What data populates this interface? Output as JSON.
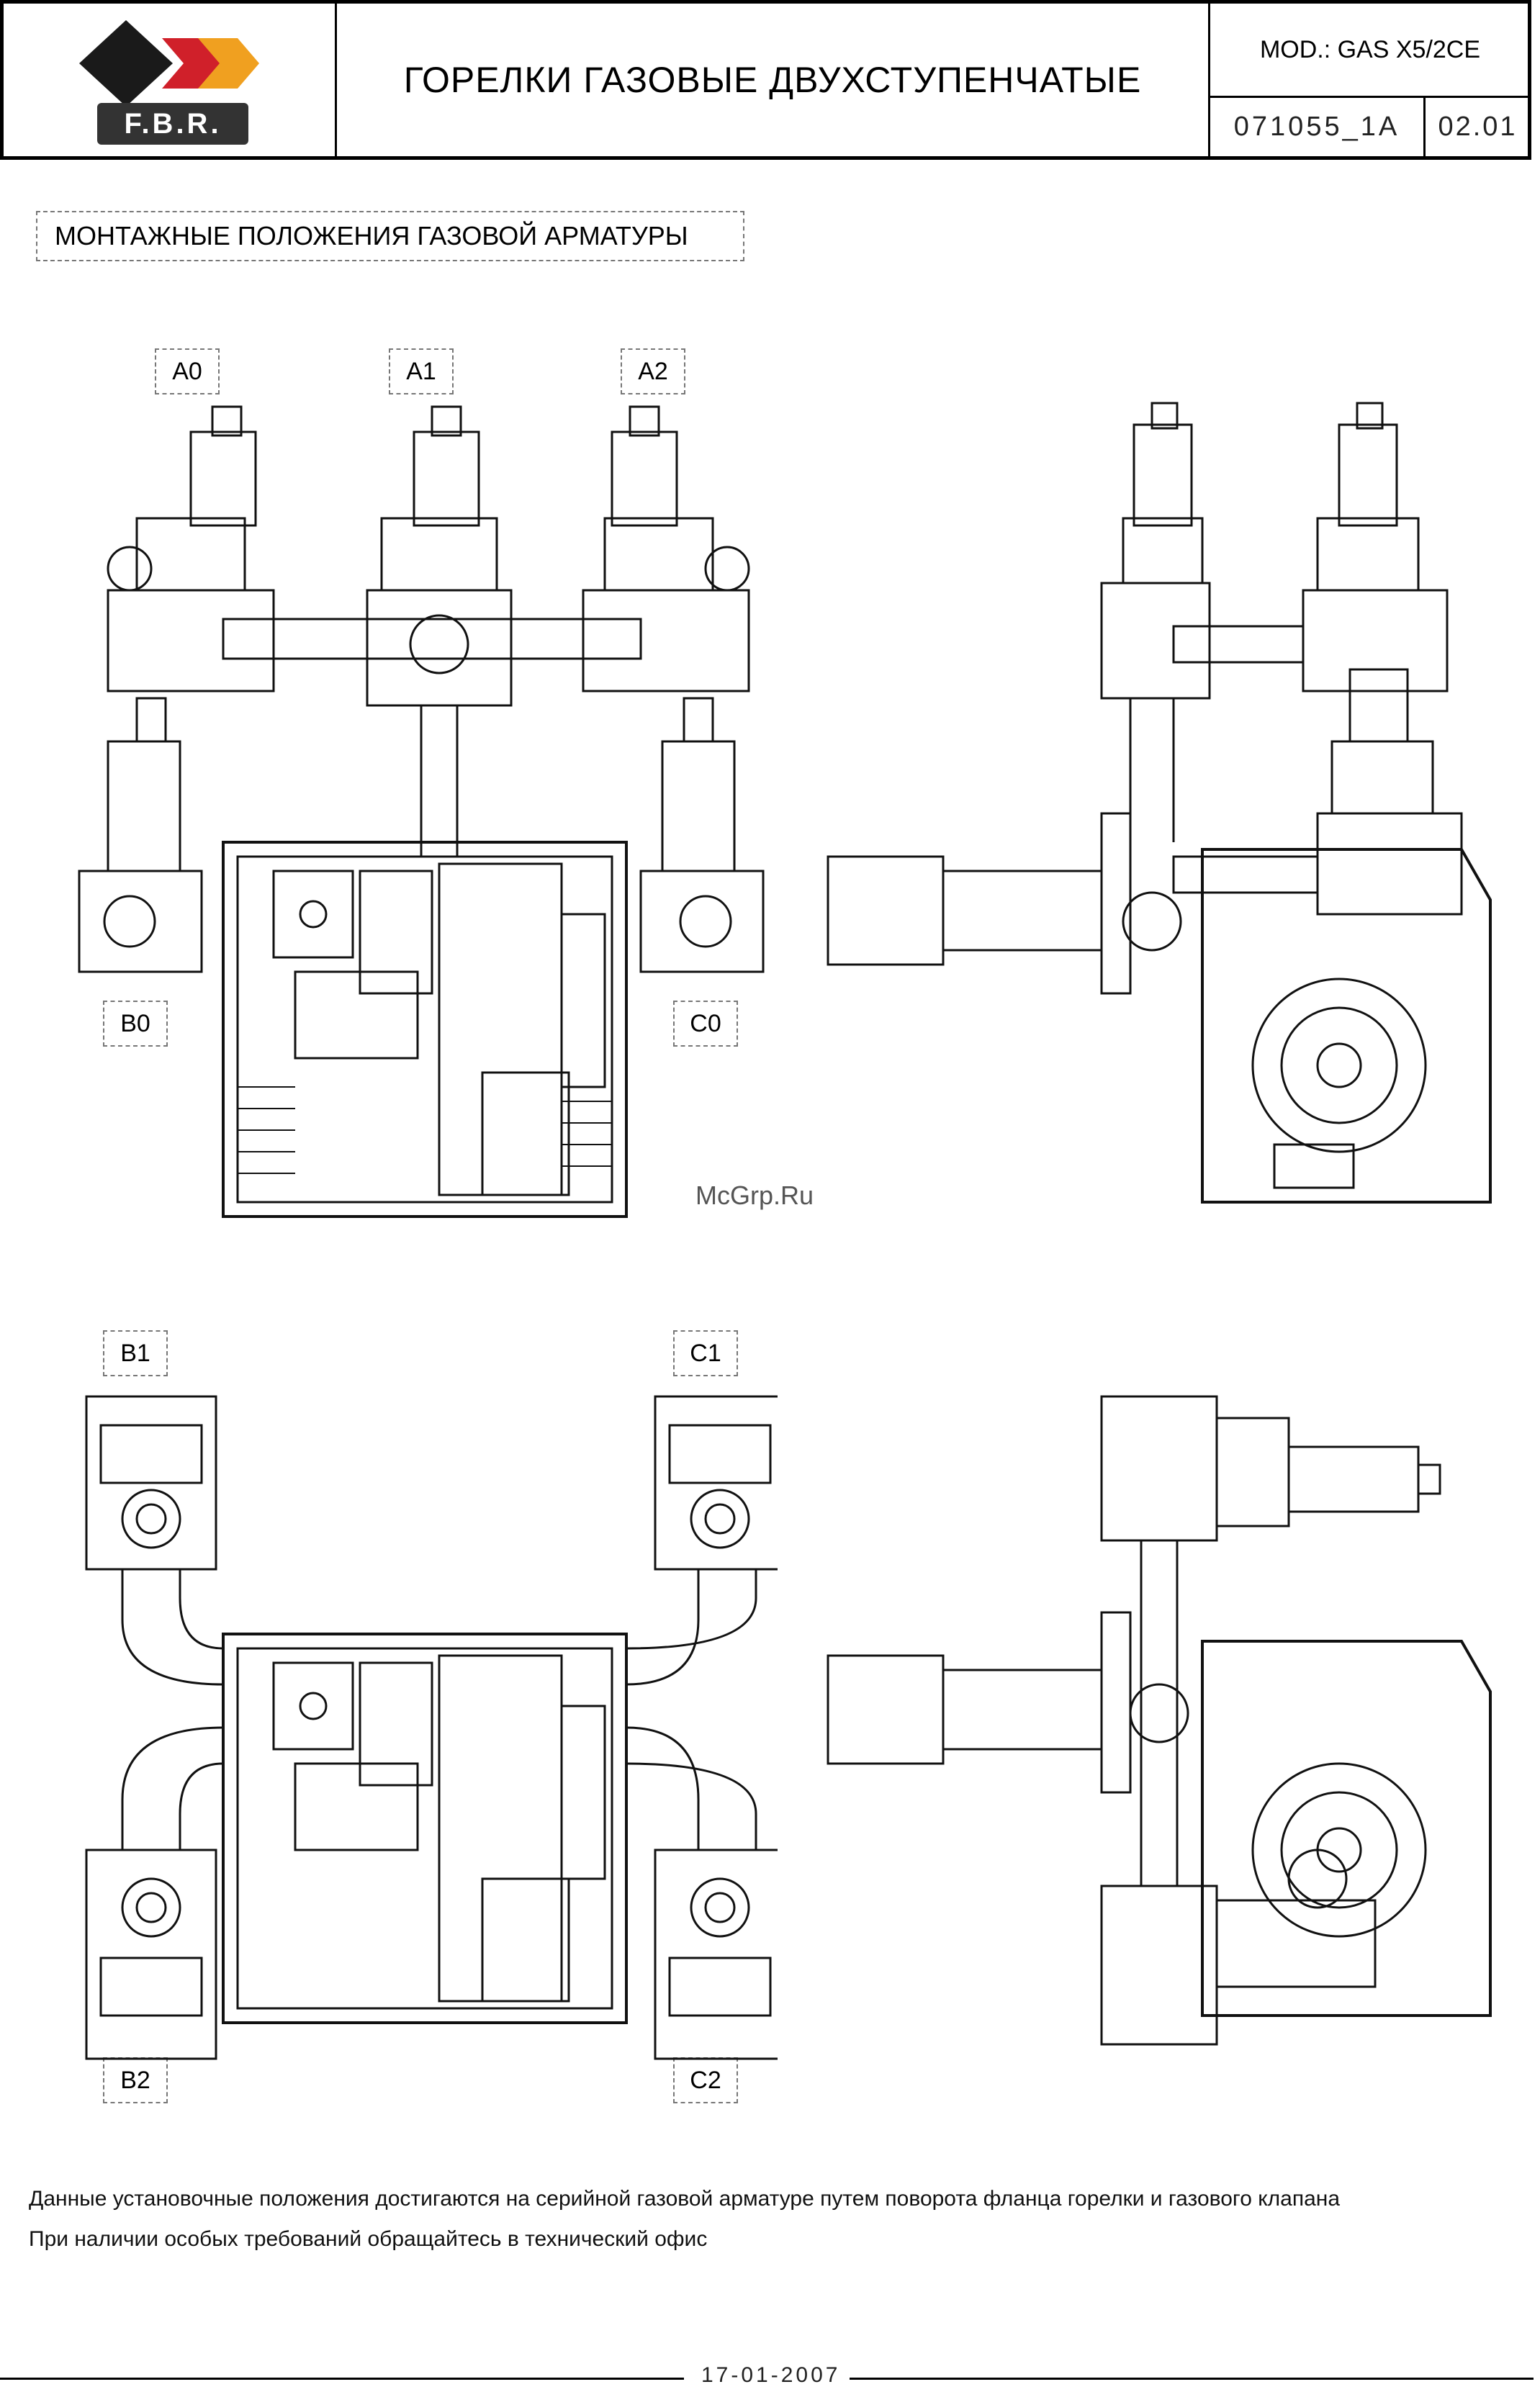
{
  "header": {
    "logo_text": "F.B.R.",
    "title": "ГОРЕЛКИ ГАЗОВЫЕ ДВУХСТУПЕНЧАТЫЕ",
    "model": "MOD.: GAS X5/2CE",
    "doc_number": "071055_1A",
    "revision": "02.01"
  },
  "section_title": "МОНТАЖНЫЕ ПОЛОЖЕНИЯ ГАЗОВОЙ АРМАТУРЫ",
  "positions": {
    "a0": "A0",
    "a1": "A1",
    "a2": "A2",
    "b0": "B0",
    "c0": "C0",
    "b1": "B1",
    "c1": "C1",
    "b2": "B2",
    "c2": "C2"
  },
  "watermark": "McGrp.Ru",
  "notes": [
    "Данные установочные положения достигаются на серийной газовой арматуре путем поворота фланца горелки и газового клапана",
    "При наличии особых требований обращайтесь в технический офис"
  ],
  "footer_date": "17-01-2007",
  "colors": {
    "logo_dark": "#1a1a1a",
    "logo_red": "#d0202a",
    "logo_orange": "#f0a020"
  }
}
